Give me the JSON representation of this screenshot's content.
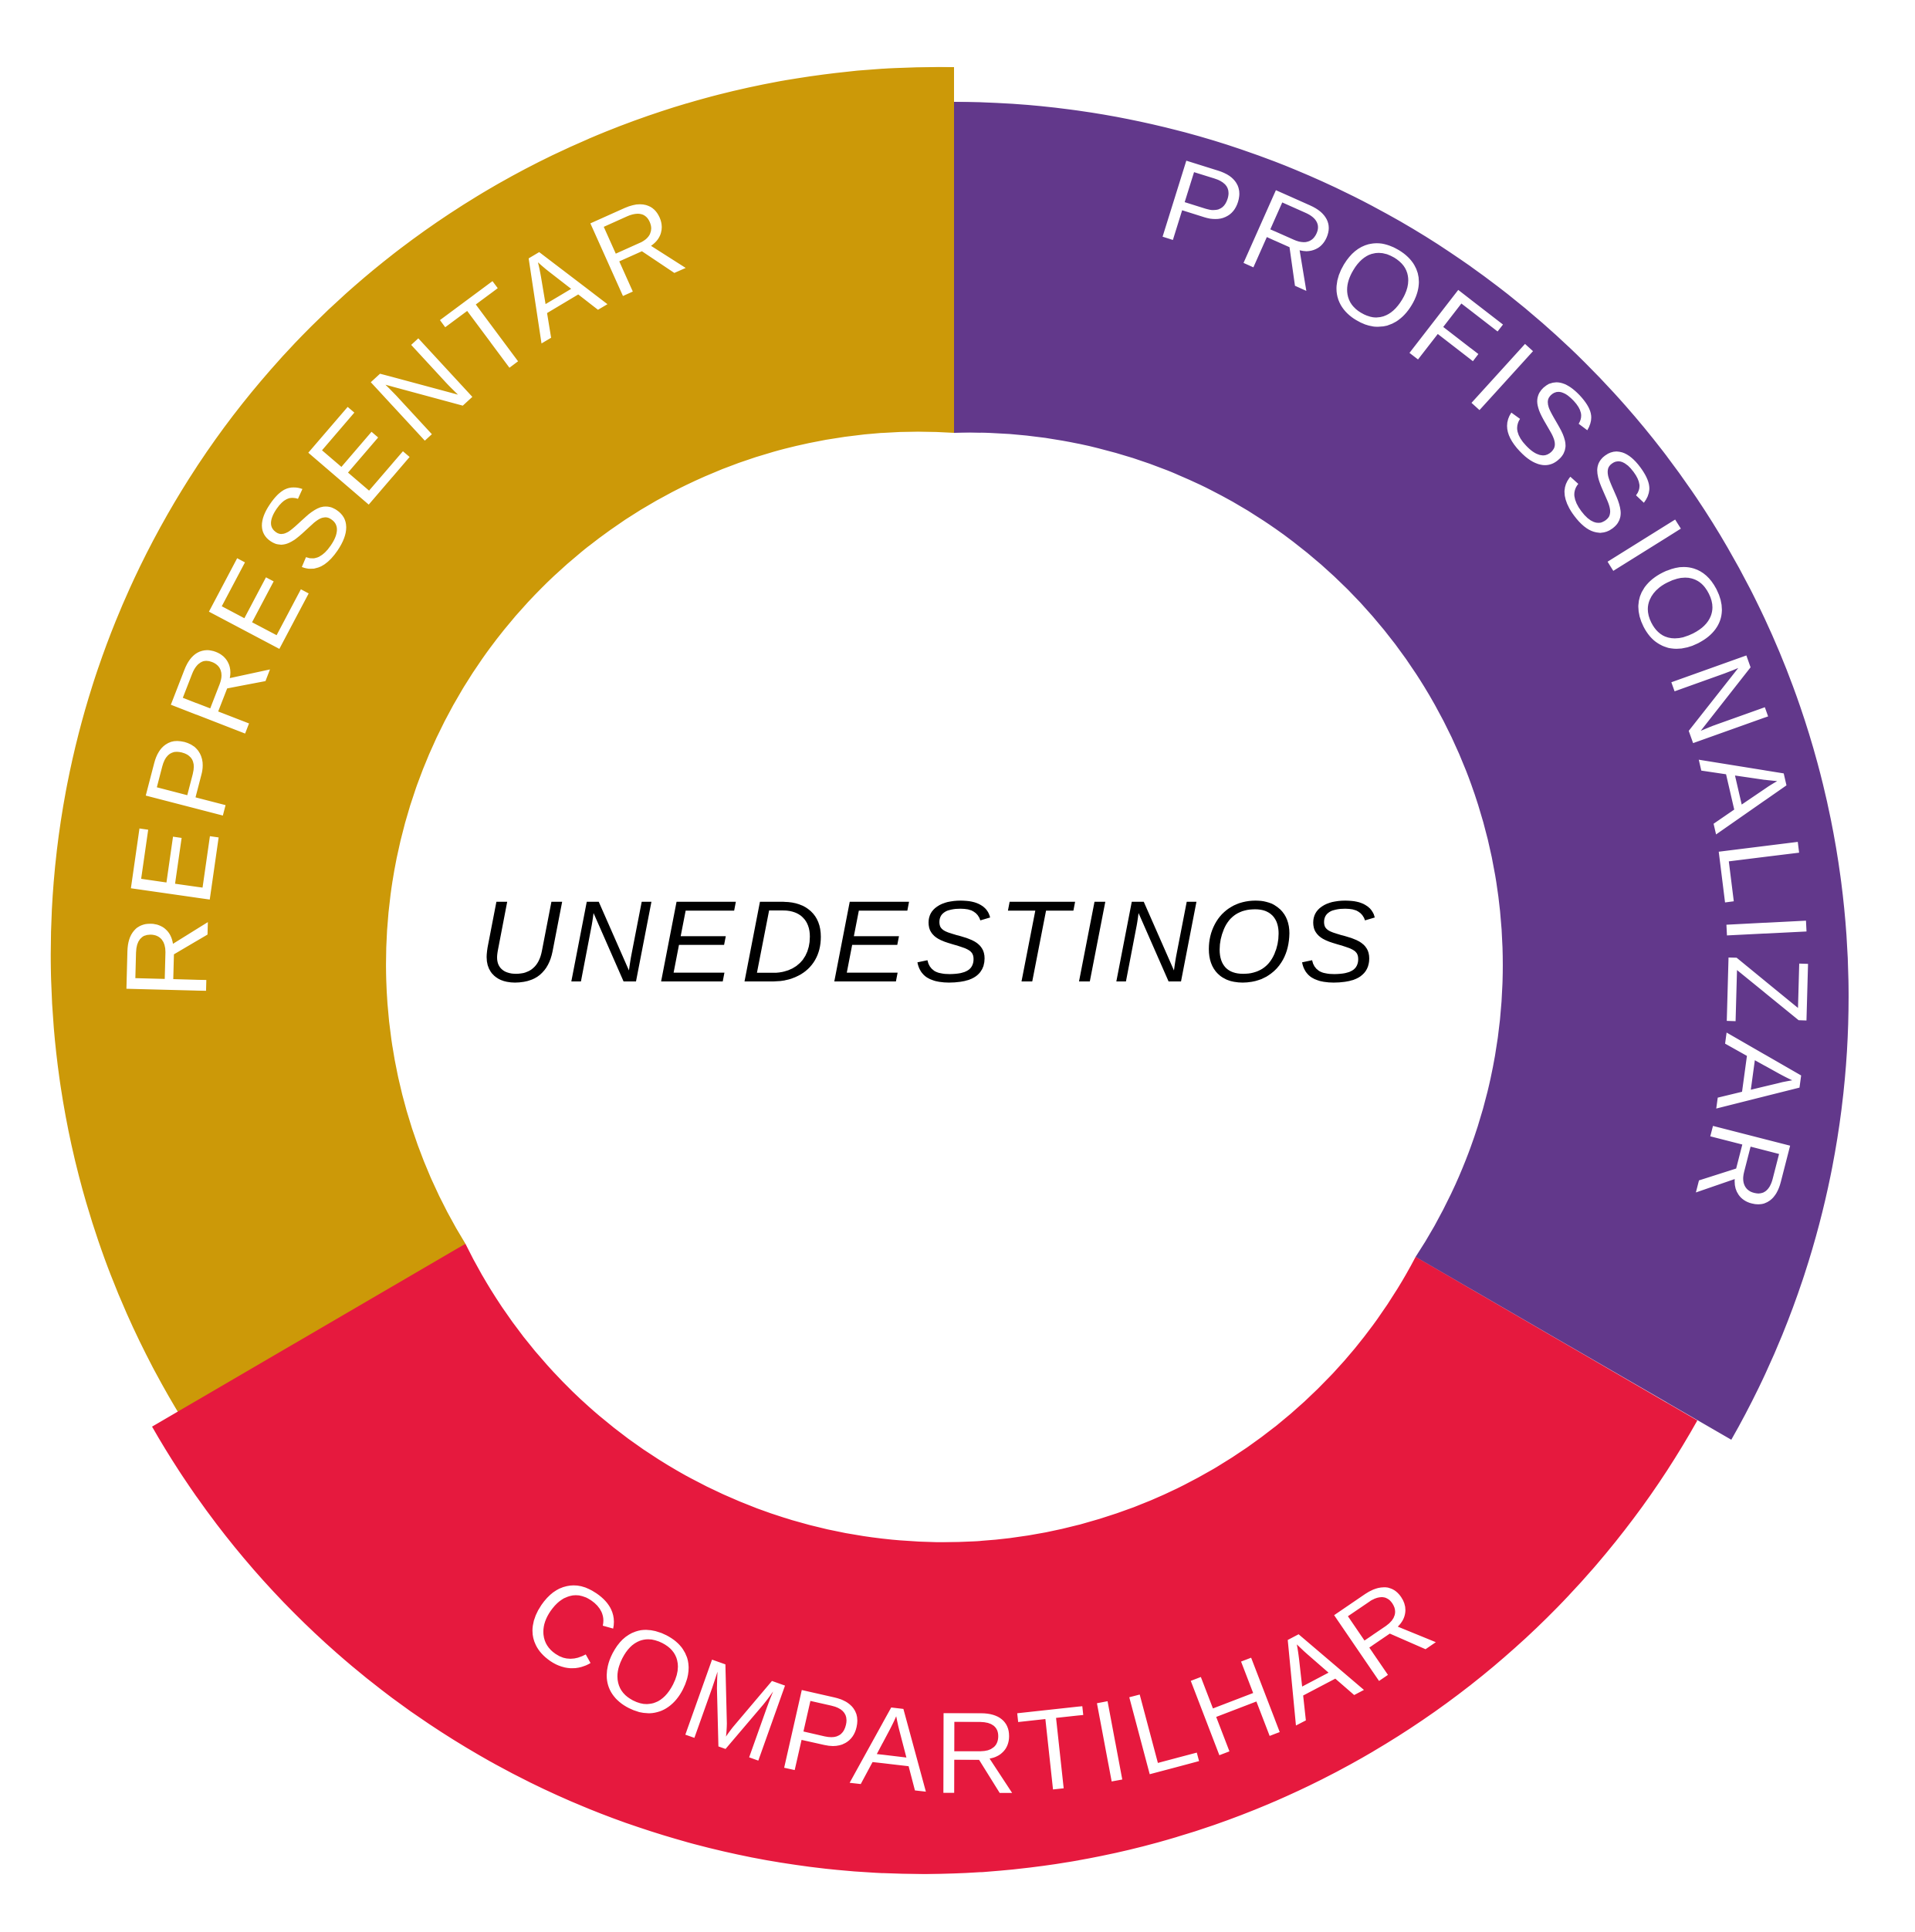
{
  "center": {
    "label": "UNEDESTINOS",
    "color": "#000000"
  },
  "segments": [
    {
      "id": "representar",
      "label": "REPRESENTAR",
      "color": "#CC9908"
    },
    {
      "id": "profissionalizar",
      "label": "PROFISSIONALIZAR",
      "color": "#62388B"
    },
    {
      "id": "compartilhar",
      "label": "COMPARTILHAR",
      "color": "#E6193E"
    }
  ]
}
